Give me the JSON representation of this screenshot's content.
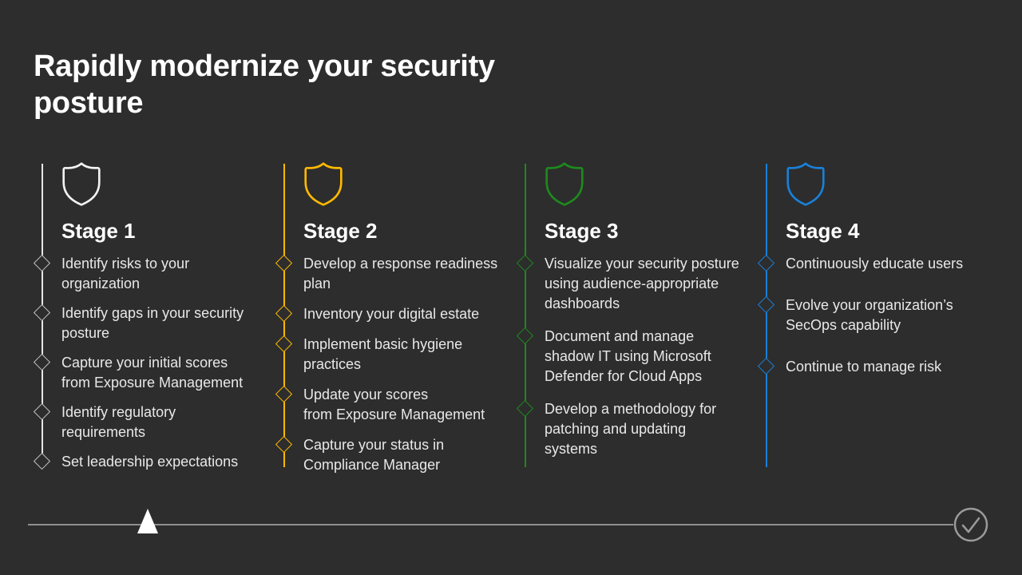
{
  "slide": {
    "title": "Rapidly modernize your security\nposture",
    "background_color": "#2d2d2d",
    "title_color": "#ffffff",
    "body_text_color": "#e8e8e8"
  },
  "stages": [
    {
      "label": "Stage 1",
      "accent_color": "#e6e6e6",
      "diamond_color": "#c3c3c3",
      "shield_color": "#f2f2f2",
      "shield_icon": "shield-outline-white",
      "items": [
        "Identify risks to your\norganization",
        "Identify gaps in your security\nposture",
        "Capture your initial scores\nfrom Exposure Management",
        "Identify regulatory\nrequirements",
        "Set leadership expectations"
      ]
    },
    {
      "label": "Stage 2",
      "accent_color": "#ffb900",
      "diamond_color": "#ffb900",
      "shield_color": "#ffb900",
      "shield_icon": "shield-outline-amber",
      "items": [
        "Develop a response readiness\nplan",
        "Inventory your digital estate",
        "Implement basic hygiene\npractices",
        "Update your scores\nfrom Exposure Management",
        "Capture your status in\nCompliance Manager"
      ]
    },
    {
      "label": "Stage 3",
      "accent_color": "#1d8a1d",
      "diamond_color": "#1d8a1d",
      "shield_color": "#1d8a1d",
      "shield_icon": "shield-outline-green",
      "items": [
        "Visualize your security posture\nusing audience-appropriate\ndashboards",
        "Document and manage\nshadow IT using Microsoft\nDefender for Cloud Apps",
        "Develop a methodology for\npatching and updating\nsystems"
      ]
    },
    {
      "label": "Stage 4",
      "accent_color": "#1a80d8",
      "diamond_color": "#1a80d8",
      "shield_color": "#1a80d8",
      "shield_icon": "shield-outline-blue",
      "items": [
        "Continuously educate users",
        "Evolve your organization’s\nSecOps capability",
        "Continue to manage risk"
      ]
    }
  ],
  "footer": {
    "line_color": "#8f8f8f",
    "progress_triangle_color": "#ffffff",
    "progress_icon": "triangle-marker",
    "check_circle_color": "#9a9a9a",
    "check_icon": "checkmark-circle"
  }
}
